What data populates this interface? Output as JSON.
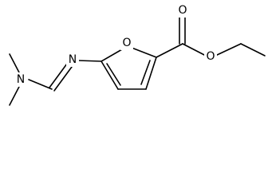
{
  "molecule": {
    "atoms": {
      "o_carbonyl": "O",
      "o_ester": "O",
      "o_furan": "O",
      "n_imine": "N",
      "n_amine": "N"
    },
    "bond_color": "#000000",
    "background": "#ffffff"
  }
}
